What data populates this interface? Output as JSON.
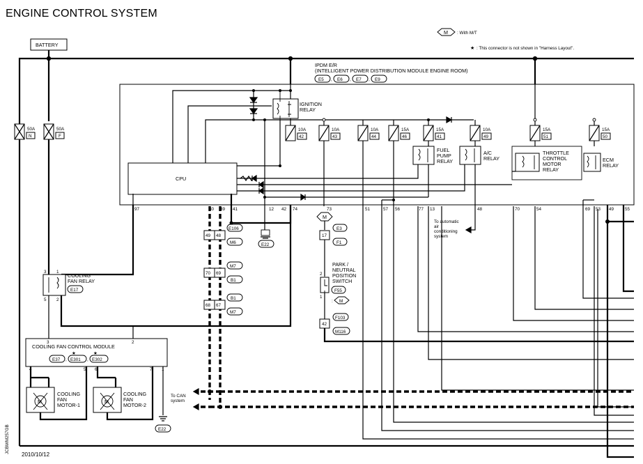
{
  "title": "ENGINE CONTROL SYSTEM",
  "legend": {
    "mt_symbol": "M",
    "mt_text": ": With M/T",
    "star_symbol": "★",
    "star_text": ": This connector is not shown in \"Harness Layout\"."
  },
  "battery": "BATTERY",
  "fuses_main": [
    {
      "amp": "50A",
      "id": "N"
    },
    {
      "amp": "50A",
      "id": "F"
    }
  ],
  "ipdm": {
    "line1": "IPDM E/R",
    "line2": "(INTELLIGENT POWER DISTRIBUTION MODULE ENGINE ROOM)",
    "connectors": [
      "E5",
      "E6",
      "E7",
      "E9"
    ],
    "cpu": "CPU"
  },
  "relays": {
    "ignition": [
      "IGNITION",
      "RELAY"
    ],
    "fuel_pump": [
      "FUEL",
      "PUMP",
      "RELAY"
    ],
    "ac": [
      "A/C",
      "RELAY"
    ],
    "throttle": [
      "THROTTLE",
      "CONTROL",
      "MOTOR",
      "RELAY"
    ],
    "ecm": [
      "ECM",
      "RELAY"
    ]
  },
  "fuses": [
    {
      "amp": "10A",
      "id": "42"
    },
    {
      "amp": "10A",
      "id": "43"
    },
    {
      "amp": "10A",
      "id": "44"
    },
    {
      "amp": "15A",
      "id": "46"
    },
    {
      "amp": "15A",
      "id": "41"
    },
    {
      "amp": "10A",
      "id": "49"
    },
    {
      "amp": "15A",
      "id": "51"
    },
    {
      "amp": "15A",
      "id": "50"
    }
  ],
  "ipdm_pins": [
    "97",
    "40",
    "39",
    "41",
    "12",
    "42",
    "74",
    "73",
    "51",
    "57",
    "56",
    "77",
    "13",
    "48",
    "70",
    "54",
    "69",
    "53",
    "49",
    "55"
  ],
  "harness": {
    "c1": [
      "49",
      "48"
    ],
    "c1_conn": [
      "E106",
      "M6"
    ],
    "c2": [
      "70",
      "69"
    ],
    "c2_conn": [
      "M7",
      "B1"
    ],
    "c3": [
      "68",
      "67"
    ],
    "c3_conn": [
      "B1",
      "M7"
    ],
    "ground1": "E22",
    "ground2": "E22"
  },
  "park_neutral": {
    "mt": "M",
    "pin_top": "17",
    "conn_e3": "E3",
    "conn_f1": "F1",
    "label": [
      "PARK /",
      "NEUTRAL",
      "POSITION",
      "SWITCH"
    ],
    "pin2": "2",
    "pin1": "1",
    "conn_f55": "F55",
    "mt2": "M",
    "pin_bottom": "42",
    "conn_f103": "F103",
    "conn_m116": "M116"
  },
  "ac_note": [
    "To automatic",
    "air",
    "conditioning",
    "system"
  ],
  "cooling_relay": {
    "label": [
      "COOLING",
      "FAN RELAY"
    ],
    "conn": "E17",
    "pins": [
      "3",
      "1",
      "5",
      "2"
    ]
  },
  "cfcm": {
    "label": "COOLING FAN CONTROL MODULE",
    "conns": [
      "E37",
      "E301",
      "E302"
    ],
    "top_pins": [
      "3",
      "2"
    ],
    "bottom_pins": [
      "4",
      "5",
      "6",
      "7",
      "1"
    ]
  },
  "motors": [
    {
      "letter": "M",
      "label": [
        "COOLING",
        "FAN",
        "MOTOR-1"
      ]
    },
    {
      "letter": "M",
      "label": [
        "COOLING",
        "FAN",
        "MOTOR-2"
      ]
    }
  ],
  "can_note": [
    "To CAN",
    "system"
  ],
  "side_code": "JCBWM257GB",
  "date": "2010/10/12"
}
